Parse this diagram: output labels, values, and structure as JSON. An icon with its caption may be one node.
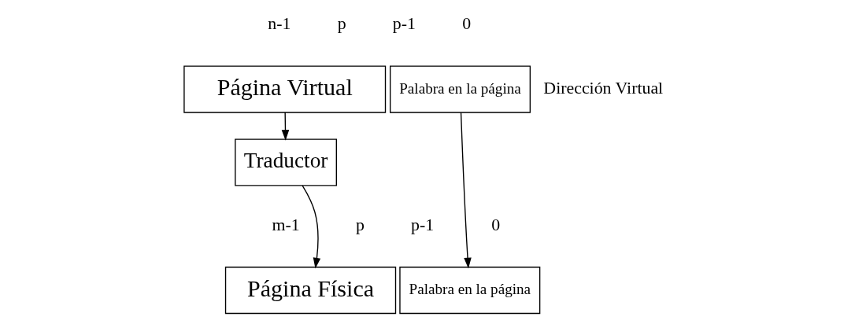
{
  "diagram": {
    "nodes": [
      {
        "text": [
          "Página Virtual"
        ]
      },
      {
        "text": [
          "Palabra en la página"
        ]
      },
      {
        "text": [
          "Traductor"
        ]
      },
      {
        "text": [
          "Página Física"
        ]
      },
      {
        "text": [
          "Palabra en la página"
        ]
      }
    ],
    "edges": [
      {
        "from": 0,
        "to": 2,
        "arrow": "to"
      },
      {
        "from": 2,
        "to": 3,
        "arrow": "to"
      },
      {
        "from": 1,
        "to": 4,
        "arrow": "to"
      }
    ],
    "labels": [
      "n-1",
      "p",
      "p-1",
      "0",
      "Dirección Virtual",
      "m-1",
      "p",
      "p-1",
      "0"
    ]
  }
}
